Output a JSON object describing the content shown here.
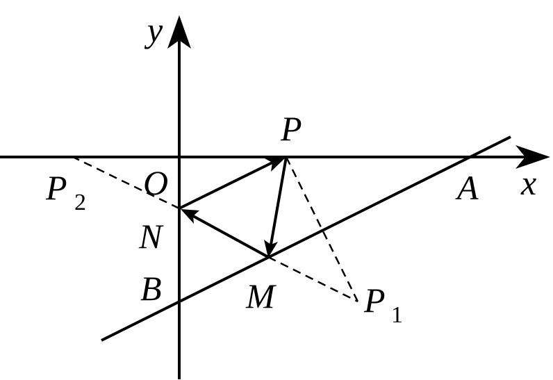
{
  "diagram": {
    "axis_labels": {
      "x": "x",
      "y": "y"
    },
    "point_labels": {
      "O": "O",
      "P": "P",
      "A": "A",
      "B": "B",
      "M": "M",
      "N": "N",
      "P1": "P",
      "P1_sub": "1",
      "P2": "P",
      "P2_sub": "2"
    }
  }
}
